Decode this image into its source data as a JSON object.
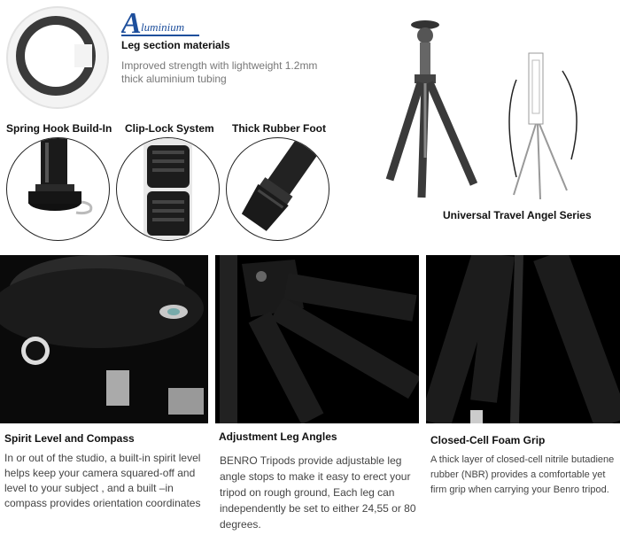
{
  "aluminium": {
    "logo_text": "Aluminium",
    "title": "Leg section materials",
    "description": "Improved strength with lightweight 1.2mm thick aluminium tubing"
  },
  "features": [
    {
      "label": "Spring Hook Build-In"
    },
    {
      "label": "Clip-Lock System"
    },
    {
      "label": "Thick Rubber Foot"
    }
  ],
  "series": {
    "title": "Universal Travel Angel Series"
  },
  "panels": [
    {
      "title": "Spirit Level and Compass",
      "description": "In or out of the studio, a built-in spirit level helps keep your camera squared-off and level to your subject , and a built –in compass provides orientation coordinates"
    },
    {
      "title": "Adjustment Leg Angles",
      "description": "BENRO Tripods provide adjustable leg angle stops to make it easy to erect your tripod on rough ground, Each leg can independently be set to either 24,55 or 80 degrees."
    },
    {
      "title": "Closed-Cell Foam Grip",
      "description": "A thick layer of closed-cell nitrile butadiene rubber (NBR) provides a comfortable yet firm grip when carrying your Benro tripod."
    }
  ],
  "colors": {
    "accent": "#1e4f9c",
    "photo_bg": "#000000",
    "tube": "#2a2a2a"
  }
}
